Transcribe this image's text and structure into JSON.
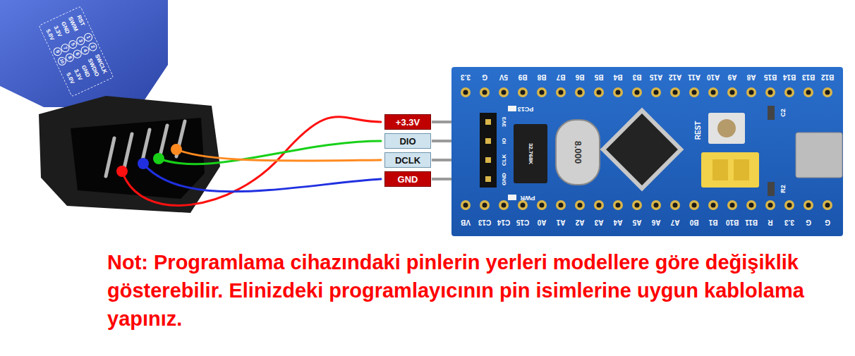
{
  "diagram": {
    "nodes": [
      {
        "text": [
          "+3.3V"
        ]
      },
      {
        "text": [
          "DIO"
        ]
      },
      {
        "text": [
          "DCLK"
        ]
      },
      {
        "text": [
          "GND"
        ]
      }
    ],
    "labels": [
      "RST",
      "SWIM",
      "GND",
      "3.3V",
      "5.0V",
      "1",
      "2",
      "3",
      "4",
      "5",
      "6",
      "7",
      "8",
      "9",
      "10",
      "SWCLK",
      "SWDIO",
      "GND",
      "3.3V",
      "5.0V",
      "3.3",
      "G",
      "5V",
      "B9",
      "B8",
      "B7",
      "B6",
      "B5",
      "B4",
      "B3",
      "A15",
      "A12",
      "A11",
      "A10",
      "A9",
      "A8",
      "B15",
      "B14",
      "B13",
      "B12",
      "VB",
      "C13",
      "C14",
      "C15",
      "A0",
      "A1",
      "A2",
      "A3",
      "A4",
      "A5",
      "A6",
      "A7",
      "B0",
      "B1",
      "B10",
      "B11",
      "R",
      "3.3",
      "G",
      "G",
      "PC13",
      "32.768K",
      "8.000",
      "PWR",
      "REST",
      "R2",
      "C2",
      "3V3",
      "IO",
      "CLK",
      "GND",
      "Not: Programlama cihazındaki pinlerin yerleri modellere göre değişiklik gösterebilir. Elinizdeki programlayıcının pin isimlerine uygun kablolama yapınız."
    ]
  }
}
